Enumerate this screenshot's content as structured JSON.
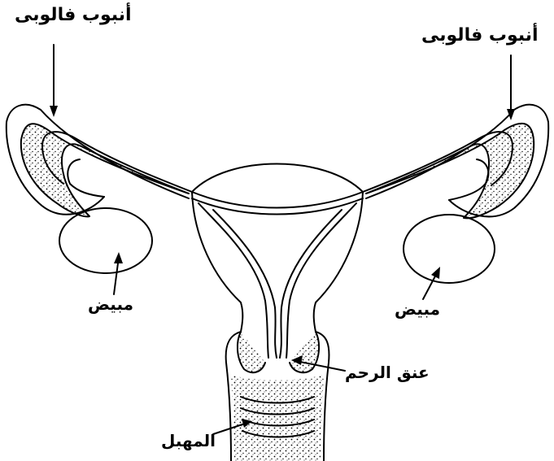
{
  "diagram": {
    "labels": {
      "fallopian_tube_left": "أنبوب فالوبى",
      "fallopian_tube_right": "أنبوب فالوبى",
      "ovary_left": "مبيض",
      "ovary_right": "مبيض",
      "cervix": "عنق الرحم",
      "vagina": "المهبل"
    },
    "colors": {
      "ink": "#000000",
      "background": "#ffffff"
    }
  }
}
